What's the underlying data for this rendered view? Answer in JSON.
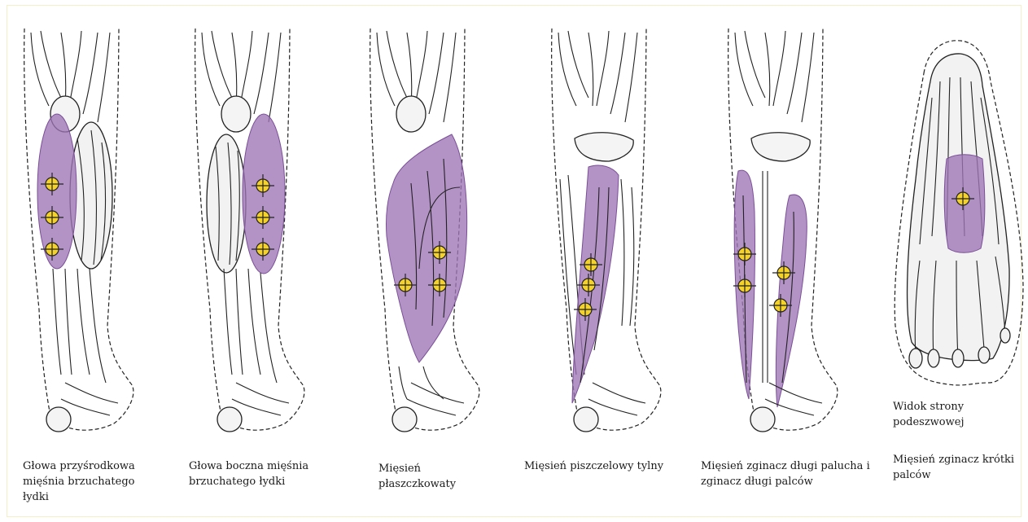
{
  "colors": {
    "muscle": "#9d73b6",
    "trigger_point": "#f5d22a",
    "outline": "#222222"
  },
  "captions": [
    "Głowa przyśrodkowa mięśnia brzuchatego łydki",
    "Głowa boczna mięśnia brzuchatego łydki",
    "Mięsień płaszczkowaty",
    "Mięsień piszczelowy tylny",
    "Mięsień zginacz długi palucha i zginacz długi palców",
    "Widok strony podeszwowej",
    "Mięsień zginacz krótki palców"
  ],
  "trigger_point_icon": "crosshair-circle-icon"
}
